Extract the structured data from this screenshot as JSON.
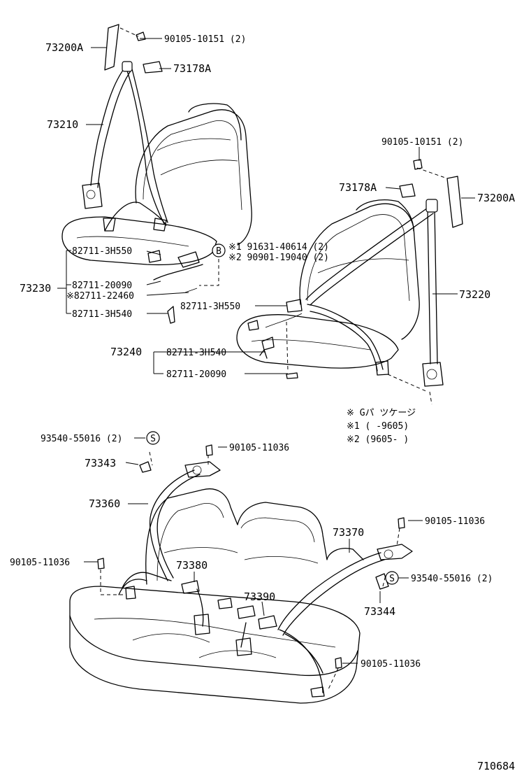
{
  "parts": {
    "p73200A_left": "73200A",
    "p90105_10151_left": "90105-10151 (2)",
    "p73178A_left": "73178A",
    "p73210": "73210",
    "p90105_10151_right": "90105-10151 (2)",
    "p73178A_right": "73178A",
    "p73200A_right": "73200A",
    "b_note1": "※1 91631-40614 (2)",
    "b_note2": "※2 90901-19040 (2)",
    "b_letter": "B",
    "p82711_3H550_a": "82711-3H550",
    "p73230": "73230",
    "p82711_20090_a": "82711-20090",
    "p82711_22460": "※82711-22460",
    "p82711_3H540_a": "82711-3H540",
    "p82711_3H550_b": "82711-3H550",
    "p73220": "73220",
    "p73240": "73240",
    "p82711_3H540_b": "82711-3H540",
    "p82711_20090_b": "82711-20090",
    "p93540_left": "93540-55016 (2)",
    "s_letter_left": "S",
    "p90105_11036_a": "90105-11036",
    "p73343": "73343",
    "p73360": "73360",
    "p90105_11036_b": "90105-11036",
    "p73370": "73370",
    "p90105_11036_c": "90105-11036",
    "p73380": "73380",
    "p93540_right": "93540-55016 (2)",
    "s_letter_right": "S",
    "p73390": "73390",
    "p73344": "73344",
    "p90105_11036_d": "90105-11036"
  },
  "legend": {
    "line0": "※  Gパ ツケージ",
    "line1": "※1 (      -9605)",
    "line2": "※2 (9605-      )"
  },
  "figure_id": "710684"
}
